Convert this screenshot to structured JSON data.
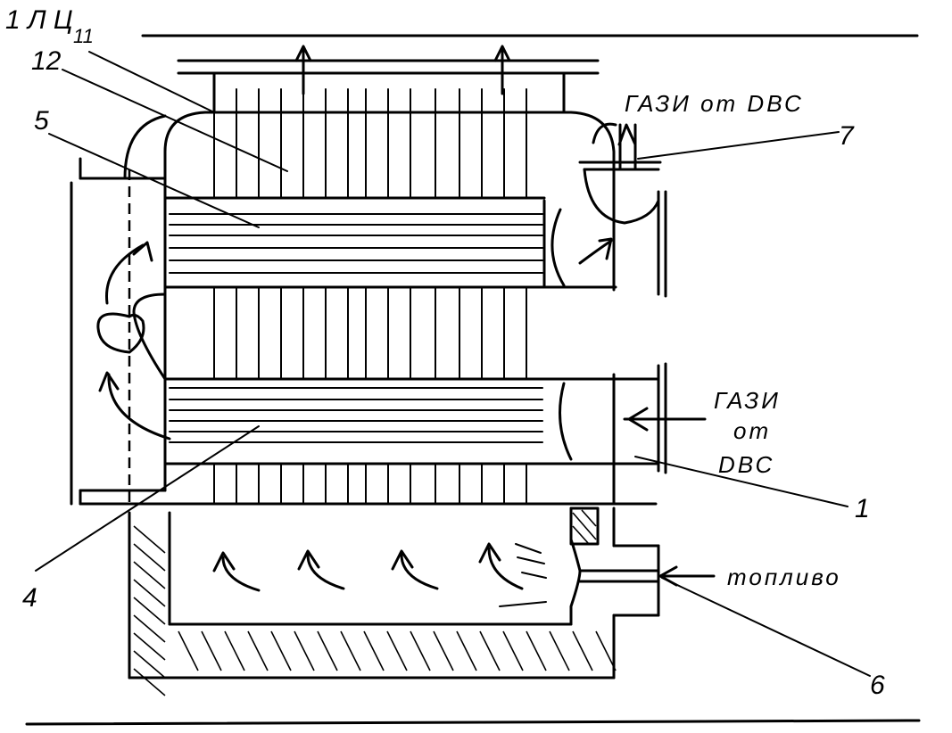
{
  "labels": {
    "top_left": "1 Л Ц",
    "top_left_sub": "11",
    "n12": "12",
    "n5": "5",
    "n7": "7",
    "n4": "4",
    "n1": "1",
    "n6": "6",
    "gas_out": "ГАЗИ от DВС",
    "gas_in_1": "ГАЗИ",
    "gas_in_2": "от",
    "gas_in_3": "DВС",
    "fuel": "топливо"
  }
}
